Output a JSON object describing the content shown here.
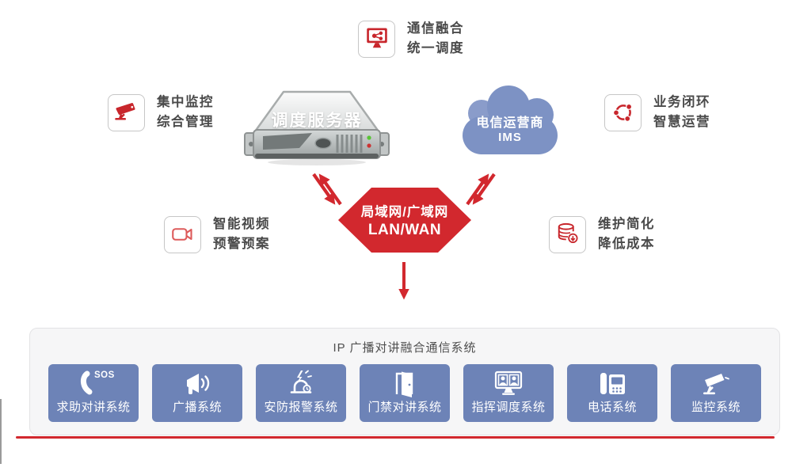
{
  "colors": {
    "accent_red": "#d2282e",
    "icon_red": "#c8262c",
    "tile_blue": "#6d83b7",
    "cloud_blue": "#7d92c4",
    "panel_bg": "#f6f6f7",
    "text_dark": "#4a4a4a"
  },
  "server": {
    "label": "调度服务器"
  },
  "cloud": {
    "line1": "电信运营商",
    "line2": "IMS"
  },
  "network_hub": {
    "line1": "局域网/广域网",
    "line2": "LAN/WAN"
  },
  "features": [
    {
      "id": "communication",
      "icon": "monitor-share-icon",
      "line1": "通信融合",
      "line2": "统一调度"
    },
    {
      "id": "monitoring",
      "icon": "cctv-camera-icon",
      "line1": "集中监控",
      "line2": "综合管理"
    },
    {
      "id": "business",
      "icon": "cycle-loop-icon",
      "line1": "业务闭环",
      "line2": "智慧运营"
    },
    {
      "id": "video",
      "icon": "video-camera-icon",
      "line1": "智能视频",
      "line2": "预警预案"
    },
    {
      "id": "maintenance",
      "icon": "database-down-icon",
      "line1": "维护简化",
      "line2": "降低成本"
    }
  ],
  "bottom_panel": {
    "title": "IP 广播对讲融合通信系统",
    "tiles": [
      {
        "label": "求助对讲系统",
        "icon": "sos-phone-icon",
        "badge": "SOS"
      },
      {
        "label": "广播系统",
        "icon": "megaphone-icon"
      },
      {
        "label": "安防报警系统",
        "icon": "alarm-icon"
      },
      {
        "label": "门禁对讲系统",
        "icon": "door-icon"
      },
      {
        "label": "指挥调度系统",
        "icon": "dispatch-monitor-icon"
      },
      {
        "label": "电话系统",
        "icon": "desk-phone-icon"
      },
      {
        "label": "监控系统",
        "icon": "cctv-camera-icon"
      }
    ]
  }
}
